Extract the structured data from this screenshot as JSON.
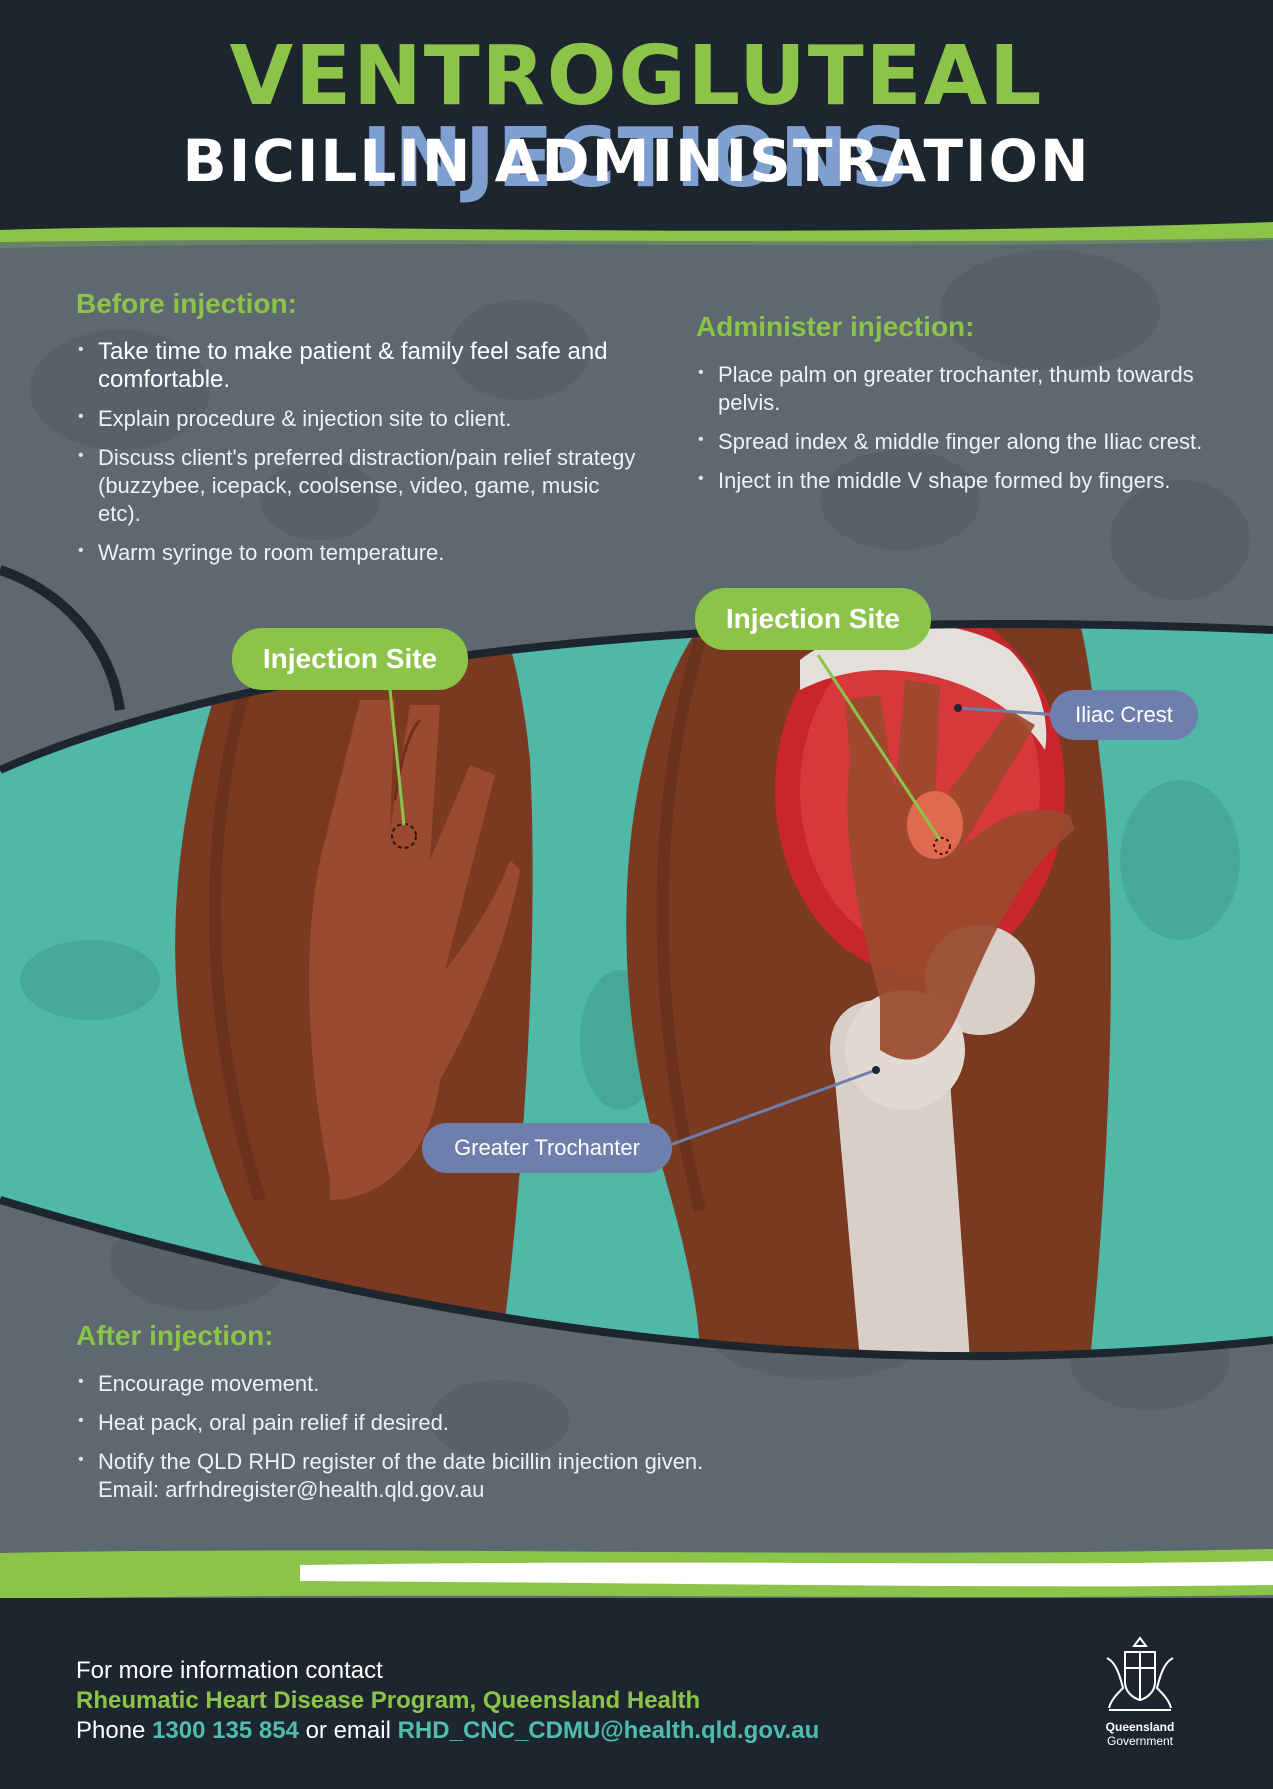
{
  "header": {
    "title_part1": "Ventrogluteal",
    "title_part2": "Injections",
    "subtitle": "Bicillin Administration"
  },
  "before": {
    "heading": "Before injection:",
    "items": [
      "Take time to make patient & family feel safe and comfortable.",
      "Explain procedure & injection site to client.",
      "Discuss client's preferred distraction/pain relief strategy (buzzybee, icepack, coolsense, video, game, music etc).",
      "Warm syringe to room temperature."
    ]
  },
  "administer": {
    "heading": "Administer injection:",
    "items": [
      "Place palm on greater trochanter, thumb towards pelvis.",
      "Spread index & middle finger along the Iliac crest.",
      "Inject in the middle V shape formed by fingers."
    ]
  },
  "illustration": {
    "label_left_site": "Injection Site",
    "label_right_site": "Injection Site",
    "label_iliac": "Iliac Crest",
    "label_trochanter": "Greater Trochanter"
  },
  "after": {
    "heading": "After injection:",
    "items": [
      "Encourage movement.",
      "Heat pack, oral pain relief if desired.",
      "Notify the QLD RHD register of the date bicillin injection given. Email: arfrhdregister@health.qld.gov.au"
    ]
  },
  "footer": {
    "line1": "For more information contact",
    "org": "Rheumatic Heart Disease Program, Queensland Health",
    "phone_label": "Phone",
    "phone": "1300 135 854",
    "email_label": "or email",
    "email": "RHD_CNC_CDMU@health.qld.gov.au",
    "gov_name": "Queensland",
    "gov_sub": "Government"
  },
  "colors": {
    "dark": "#1d262f",
    "slate": "#5d6870",
    "green": "#8cc44a",
    "blue": "#7f9fd0",
    "teal": "#4fb8a6",
    "skin": "#7a3a22",
    "label_blue": "#6f7fad"
  }
}
